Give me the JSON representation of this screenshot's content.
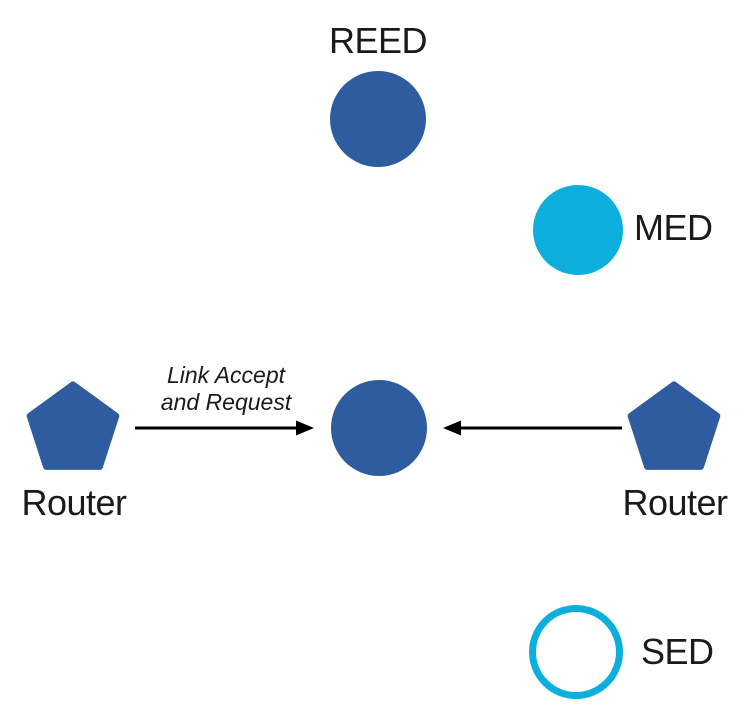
{
  "diagram": {
    "type": "network-topology",
    "nodes": [
      {
        "id": "reed",
        "label": "REED",
        "shape": "circle-filled",
        "fill": "#2E5C9E"
      },
      {
        "id": "med",
        "label": "MED",
        "shape": "circle-filled",
        "fill": "#0BAEDC"
      },
      {
        "id": "joiner-center",
        "label": "",
        "shape": "circle-filled",
        "fill": "#2E5C9E"
      },
      {
        "id": "router-left",
        "label": "Router",
        "shape": "pentagon",
        "fill": "#2E5C9E"
      },
      {
        "id": "router-right",
        "label": "Router",
        "shape": "pentagon",
        "fill": "#2E5C9E"
      },
      {
        "id": "sed",
        "label": "SED",
        "shape": "circle-outline",
        "stroke": "#0BAEDC"
      }
    ],
    "edges": [
      {
        "from": "router-left",
        "to": "joiner-center",
        "label": "Link Accept and Request",
        "label_line1": "Link Accept",
        "label_line2": "and Request",
        "direction": "right"
      },
      {
        "from": "router-right",
        "to": "joiner-center",
        "label": "",
        "direction": "left"
      }
    ],
    "colors": {
      "node_blue": "#2E5C9E",
      "node_cyan": "#0BAEDC",
      "arrow_black": "#000000",
      "text": "#1A1A1A",
      "background": "#FFFFFF"
    }
  }
}
